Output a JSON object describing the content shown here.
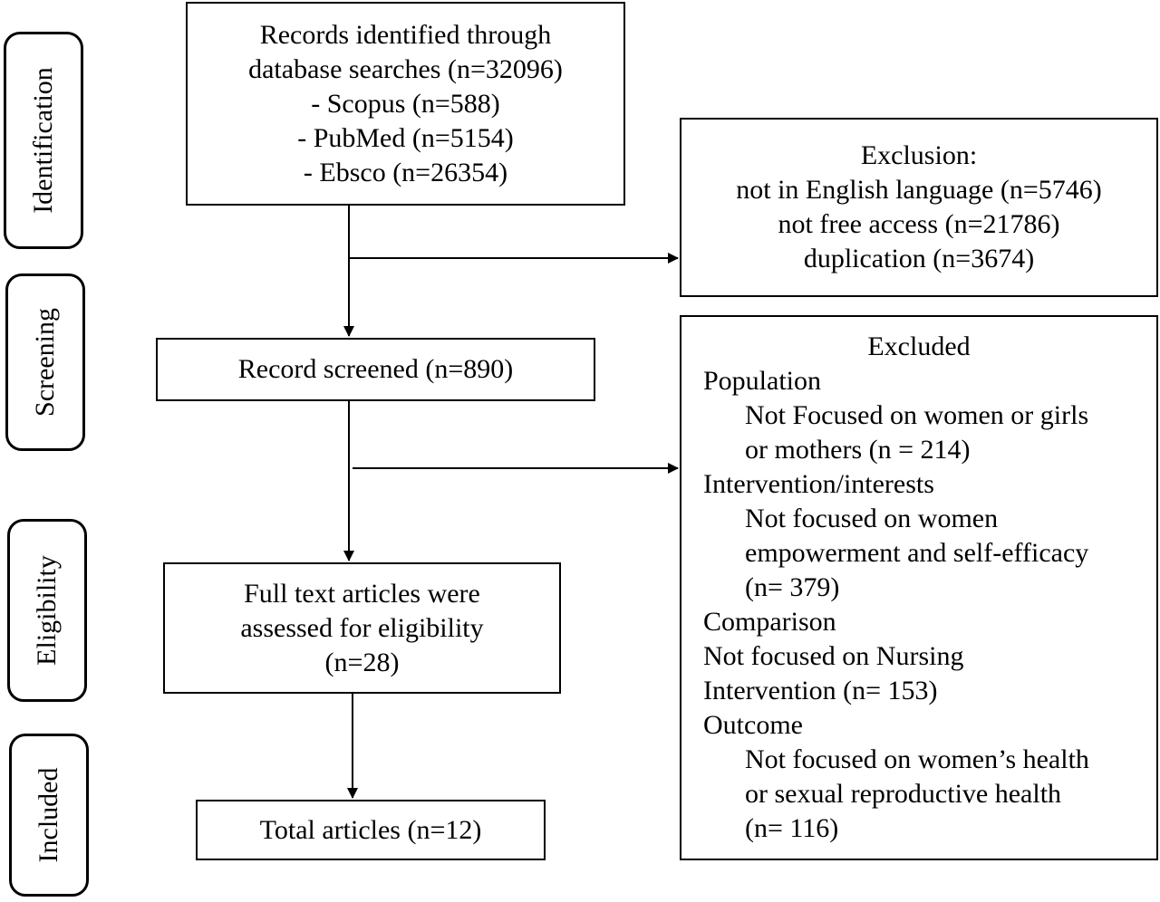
{
  "stages": {
    "identification": "Identification",
    "screening": "Screening",
    "eligibility": "Eligibility",
    "included": "Included"
  },
  "identified": {
    "lines": [
      "Records identified through",
      "database searches (n=32096)",
      "- Scopus (n=588)",
      "- PubMed (n=5154)",
      "- Ebsco (n=26354)"
    ]
  },
  "exclusion": {
    "lines": [
      "Exclusion:",
      "not in English language (n=5746)",
      "not free access (n=21786)",
      "duplication (n=3674)"
    ]
  },
  "screened": {
    "text": "Record screened (n=890)"
  },
  "excluded": {
    "title": "Excluded",
    "population": "Population",
    "population_1": "Not Focused on women or girls",
    "population_2": "or mothers (n = 214)",
    "intervention": "Intervention/interests",
    "intervention_1": "Not focused on women",
    "intervention_2": "empowerment and self-efficacy",
    "intervention_3": "(n= 379)",
    "comparison": "Comparison",
    "comparison_1": "Not focused on Nursing",
    "comparison_2": "Intervention (n= 153)",
    "outcome": "Outcome",
    "outcome_1": "Not focused on women’s health",
    "outcome_2": "or sexual reproductive health",
    "outcome_3": "(n= 116)"
  },
  "eligibility": {
    "lines": [
      "Full text articles were",
      "assessed for eligibility",
      "(n=28)"
    ]
  },
  "total": {
    "text": "Total articles (n=12)"
  }
}
